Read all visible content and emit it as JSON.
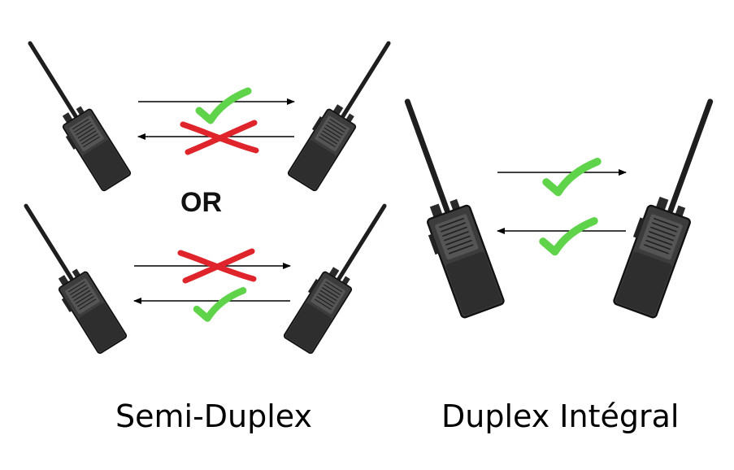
{
  "labels": {
    "or": "OR",
    "semi_duplex": "Semi-Duplex",
    "full_duplex": "Duplex Intégral"
  },
  "icons": {
    "radio": "walkie-talkie-icon",
    "allowed": "green-check-icon",
    "blocked": "red-cross-icon"
  },
  "colors": {
    "check": "#5fd44a",
    "cross": "#e0242b",
    "radio_body": "#3a3a3a",
    "arrow": "#000000"
  }
}
